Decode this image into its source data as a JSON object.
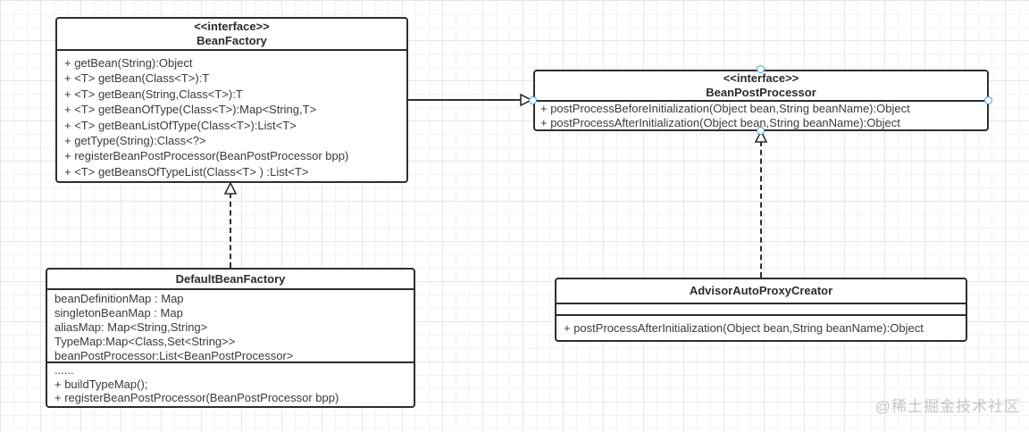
{
  "watermark": {
    "text": "@稀土掘金技术社区"
  },
  "colors": {
    "box_border": "#2e2e2e",
    "text": "#3a3a3a",
    "anchor_blue": "#3a9ef5",
    "grid_major": "#e7e7e7",
    "grid_minor": "#f3f3f3",
    "watermark_gray": "#c6c6c6"
  },
  "classes": {
    "bean_factory": {
      "stereotype": "<<interface>>",
      "name": "BeanFactory",
      "methods": [
        "+ getBean(String):Object",
        "+ <T> getBean(Class<T>):T",
        "+ <T> getBean(String,Class<T>):T",
        "+ <T> getBeanOfType(Class<T>):Map<String,T>",
        "+ <T> getBeanListOfType(Class<T>):List<T>",
        "+ getType(String):Class<?>",
        "+ registerBeanPostProcessor(BeanPostProcessor bpp)",
        "+ <T> getBeansOfTypeList(Class<T> ) :List<T>"
      ]
    },
    "bean_post_processor": {
      "stereotype": "<<interface>>",
      "name": "BeanPostProcessor",
      "methods": [
        "+ postProcessBeforeInitialization(Object bean,String beanName):Object",
        "+ postProcessAfterInitialization(Object bean,String beanName):Object"
      ]
    },
    "default_bean_factory": {
      "name": "DefaultBeanFactory",
      "fields": [
        "beanDefinitionMap : Map",
        "singletonBeanMap : Map",
        "aliasMap: Map<String,String>",
        "TypeMap:Map<Class,Set<String>>",
        "beanPostProcessor:List<BeanPostProcessor>"
      ],
      "methods": [
        "......",
        "+ buildTypeMap();",
        "+ registerBeanPostProcessor(BeanPostProcessor bpp)"
      ]
    },
    "advisor_auto_proxy_creator": {
      "name": "AdvisorAutoProxyCreator",
      "fields": [],
      "methods": [
        "+ postProcessAfterInitialization(Object bean,String beanName):Object"
      ]
    }
  },
  "relations": [
    {
      "from": "BeanFactory",
      "to": "BeanPostProcessor",
      "line": "solid",
      "arrow": "hollow-triangle"
    },
    {
      "from": "DefaultBeanFactory",
      "to": "BeanFactory",
      "line": "dashed",
      "arrow": "hollow-triangle"
    },
    {
      "from": "AdvisorAutoProxyCreator",
      "to": "BeanPostProcessor",
      "line": "dashed",
      "arrow": "hollow-triangle"
    }
  ]
}
